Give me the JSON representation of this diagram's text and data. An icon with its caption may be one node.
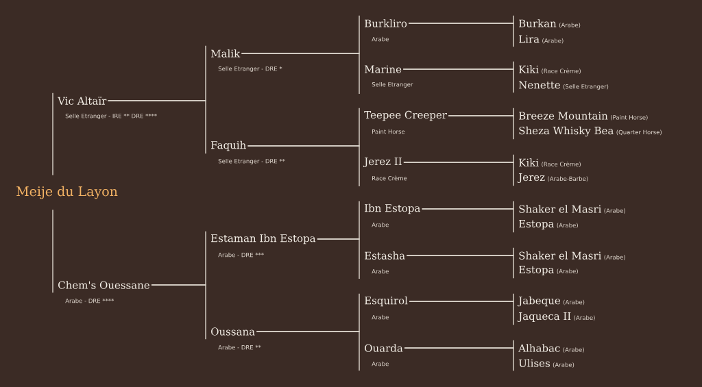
{
  "diagram": {
    "nodes": [
      {
        "text": [
          "Meije du Layon"
        ]
      },
      {
        "text": [
          "Vic Altaïr"
        ],
        "beside": [
          "Selle Etranger - IRE ** DRE ****"
        ]
      },
      {
        "text": [
          "Chem's Ouessane"
        ],
        "beside": [
          "Arabe - DRE ****"
        ]
      },
      {
        "text": [
          "Malik"
        ],
        "beside": [
          "Selle Etranger - DRE *"
        ]
      },
      {
        "text": [
          "Faquih"
        ],
        "beside": [
          "Selle Etranger - DRE **"
        ]
      },
      {
        "text": [
          "Estaman Ibn Estopa"
        ],
        "beside": [
          "Arabe - DRE ***"
        ]
      },
      {
        "text": [
          "Oussana"
        ],
        "beside": [
          "Arabe - DRE **"
        ]
      },
      {
        "text": [
          "Burkliro"
        ],
        "beside": [
          "Arabe"
        ]
      },
      {
        "text": [
          "Marine"
        ],
        "beside": [
          "Selle Etranger"
        ]
      },
      {
        "text": [
          "Teepee Creeper"
        ],
        "beside": [
          "Paint Horse"
        ]
      },
      {
        "text": [
          "Jerez II"
        ],
        "beside": [
          "Race Crème"
        ]
      },
      {
        "text": [
          "Ibn Estopa"
        ],
        "beside": [
          "Arabe"
        ]
      },
      {
        "text": [
          "Estasha"
        ],
        "beside": [
          "Arabe"
        ]
      },
      {
        "text": [
          "Esquirol"
        ],
        "beside": [
          "Arabe"
        ]
      },
      {
        "text": [
          "Ouarda"
        ],
        "beside": [
          "Arabe"
        ]
      },
      {
        "text": [
          "Burkan"
        ],
        "beside": [
          "(Arabe)"
        ]
      },
      {
        "text": [
          "Lira"
        ],
        "beside": [
          "(Arabe)"
        ]
      },
      {
        "text": [
          "Kiki"
        ],
        "beside": [
          "(Race Crème)"
        ]
      },
      {
        "text": [
          "Nenette"
        ],
        "beside": [
          "(Selle Etranger)"
        ]
      },
      {
        "text": [
          "Breeze Mountain"
        ],
        "beside": [
          "(Paint Horse)"
        ]
      },
      {
        "text": [
          "Sheza Whisky Bea"
        ],
        "beside": [
          "(Quarter Horse)"
        ]
      },
      {
        "text": [
          "Kiki"
        ],
        "beside": [
          "(Race Crème)"
        ]
      },
      {
        "text": [
          "Jerez"
        ],
        "beside": [
          "(Arabe-Barbe)"
        ]
      },
      {
        "text": [
          "Shaker el Masri"
        ],
        "beside": [
          "(Arabe)"
        ]
      },
      {
        "text": [
          "Estopa"
        ],
        "beside": [
          "(Arabe)"
        ]
      },
      {
        "text": [
          "Shaker el Masri"
        ],
        "beside": [
          "(Arabe)"
        ]
      },
      {
        "text": [
          "Estopa"
        ],
        "beside": [
          "(Arabe)"
        ]
      },
      {
        "text": [
          "Jabeque"
        ],
        "beside": [
          "(Arabe)"
        ]
      },
      {
        "text": [
          "Jaqueca II"
        ],
        "beside": [
          "(Arabe)"
        ]
      },
      {
        "text": [
          "Alhabac"
        ],
        "beside": [
          "(Arabe)"
        ]
      },
      {
        "text": [
          "Ulises"
        ],
        "beside": [
          "(Arabe)"
        ]
      }
    ],
    "edges": [
      {
        "from": 0,
        "to": 1,
        "arrow": "none"
      },
      {
        "from": 0,
        "to": 2,
        "arrow": "none"
      },
      {
        "from": 1,
        "to": 3,
        "arrow": "none"
      },
      {
        "from": 1,
        "to": 4,
        "arrow": "none"
      },
      {
        "from": 2,
        "to": 5,
        "arrow": "none"
      },
      {
        "from": 2,
        "to": 6,
        "arrow": "none"
      },
      {
        "from": 3,
        "to": 7,
        "arrow": "none"
      },
      {
        "from": 3,
        "to": 8,
        "arrow": "none"
      },
      {
        "from": 4,
        "to": 9,
        "arrow": "none"
      },
      {
        "from": 4,
        "to": 10,
        "arrow": "none"
      },
      {
        "from": 5,
        "to": 11,
        "arrow": "none"
      },
      {
        "from": 5,
        "to": 12,
        "arrow": "none"
      },
      {
        "from": 6,
        "to": 13,
        "arrow": "none"
      },
      {
        "from": 6,
        "to": 14,
        "arrow": "none"
      },
      {
        "from": 7,
        "to": 15,
        "arrow": "none"
      },
      {
        "from": 7,
        "to": 16,
        "arrow": "none"
      },
      {
        "from": 8,
        "to": 17,
        "arrow": "none"
      },
      {
        "from": 8,
        "to": 18,
        "arrow": "none"
      },
      {
        "from": 9,
        "to": 19,
        "arrow": "none"
      },
      {
        "from": 9,
        "to": 20,
        "arrow": "none"
      },
      {
        "from": 10,
        "to": 21,
        "arrow": "none"
      },
      {
        "from": 10,
        "to": 22,
        "arrow": "none"
      },
      {
        "from": 11,
        "to": 23,
        "arrow": "none"
      },
      {
        "from": 11,
        "to": 24,
        "arrow": "none"
      },
      {
        "from": 12,
        "to": 25,
        "arrow": "none"
      },
      {
        "from": 12,
        "to": 26,
        "arrow": "none"
      },
      {
        "from": 13,
        "to": 27,
        "arrow": "none"
      },
      {
        "from": 13,
        "to": 28,
        "arrow": "none"
      },
      {
        "from": 14,
        "to": 29,
        "arrow": "none"
      },
      {
        "from": 14,
        "to": 30,
        "arrow": "none"
      }
    ]
  }
}
